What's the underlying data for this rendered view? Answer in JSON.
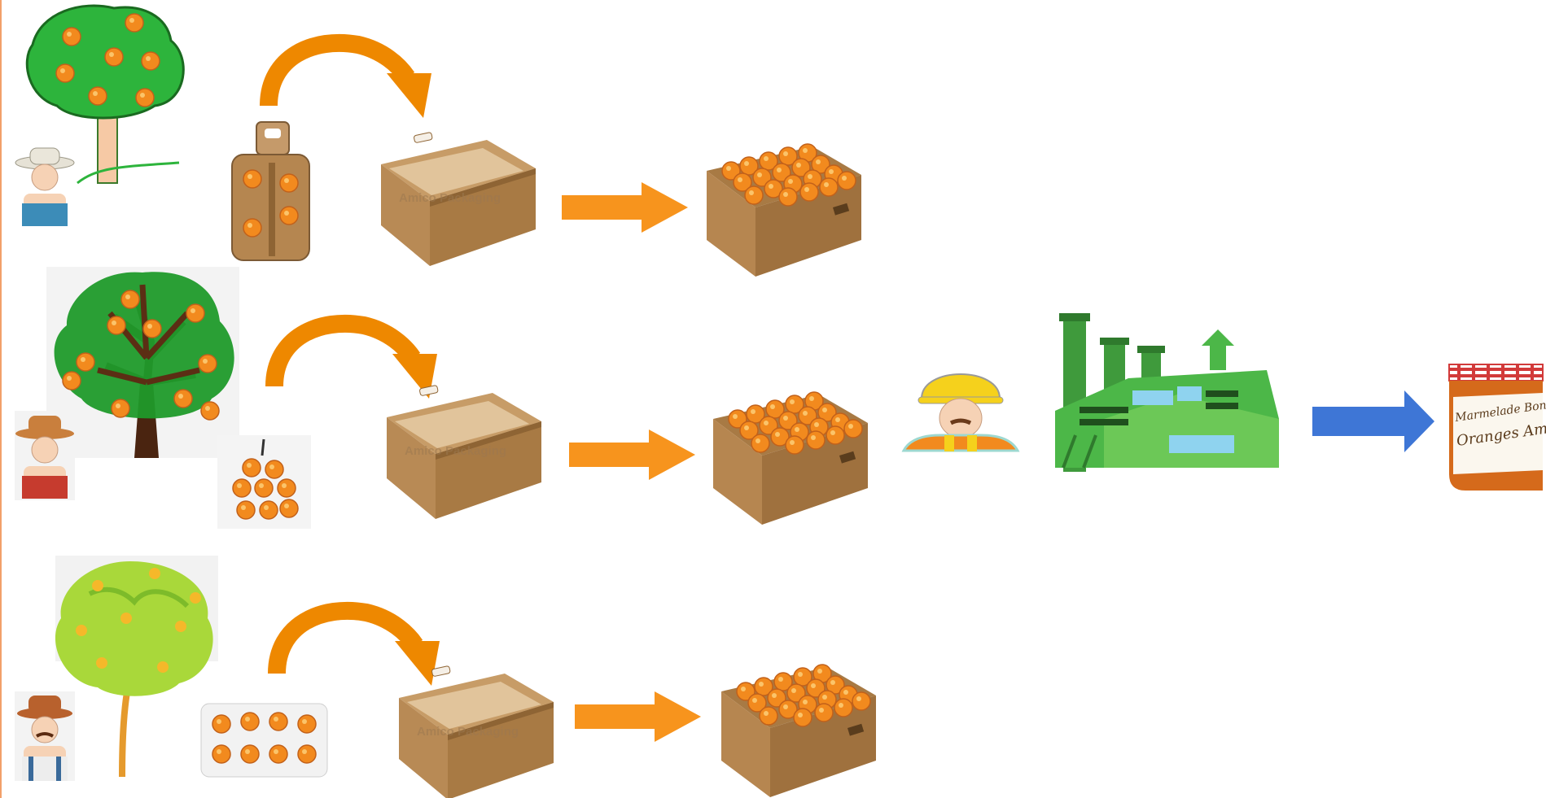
{
  "colors": {
    "orange_arrow": "#F7941D",
    "curved_arrow": "#EE8800",
    "blue_arrow": "#3E76D6",
    "orange_fruit": "#F28A1E",
    "carton": "#B58650",
    "carton_dark": "#8E6434",
    "carton_light": "#D6B486",
    "tree_green_dark": "#1F9A2A",
    "tree_green": "#2DB43C",
    "tree_green_light": "#A9D83A",
    "factory_green": "#4CB748",
    "left_border": "#F2A06A"
  },
  "rows": [
    {
      "tree_icon": "cartoon-orange-tree-icon",
      "farmer_icon": "farmer-straw-hat-icon",
      "packaging_icon": "cardboard-carrier-oranges-icon",
      "empty_box_watermark": "Amico Packaging",
      "full_box_icon": "box-of-oranges-icon"
    },
    {
      "tree_icon": "orange-tree-icon",
      "farmer_icon": "farmer-cowboy-hat-icon",
      "packaging_icon": "net-bag-oranges-icon",
      "empty_box_watermark": "Amico Packaging",
      "full_box_icon": "box-of-oranges-icon"
    },
    {
      "tree_icon": "young-orange-tree-icon",
      "farmer_icon": "farmer-mustache-icon",
      "packaging_icon": "clamshell-tray-oranges-icon",
      "empty_box_watermark": "Amico Packaging",
      "full_box_icon": "box-of-oranges-icon"
    }
  ],
  "processing": {
    "worker_icon": "factory-worker-hard-hat-icon",
    "factory_icon": "green-factory-icon",
    "product_icon": "marmalade-jar-icon",
    "jar_label_line1": "Marmelade Bonne Maman",
    "jar_label_line2": "Oranges Amères"
  }
}
